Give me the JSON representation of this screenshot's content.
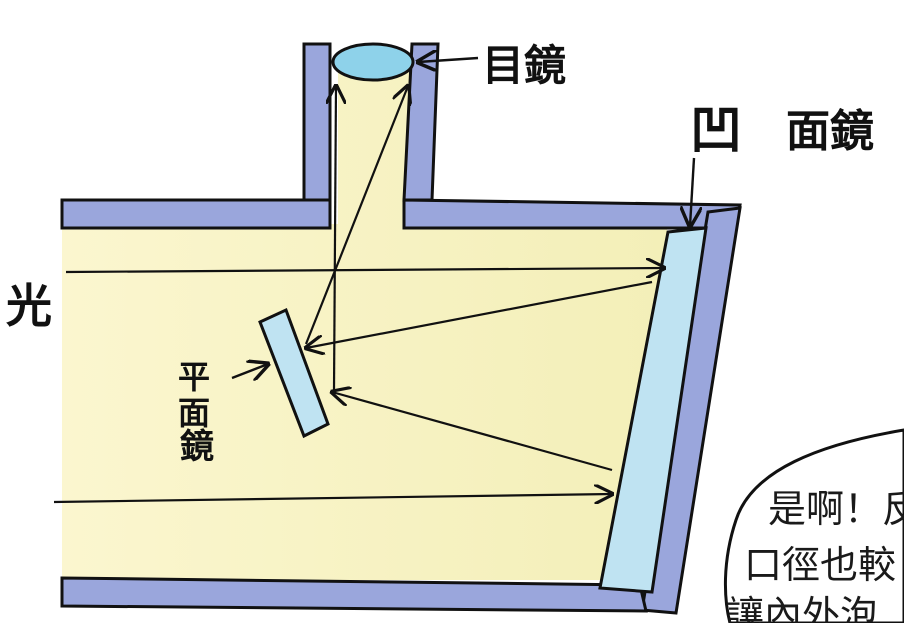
{
  "labels": {
    "eyepiece": "目鏡",
    "concave_mirror": "凹面鏡",
    "concave_symbol": "凹",
    "concave_text": "面鏡",
    "light": "光",
    "plane_mirror": "平面鏡",
    "plane_1": "平",
    "plane_2": "面",
    "plane_3": "鏡"
  },
  "speech_bubble": {
    "lines": [
      "是啊！反",
      "口徑也較",
      "讓內外泡"
    ]
  },
  "colors": {
    "tube_wall": "#9aa6dc",
    "tube_interior": "#f7f3c0",
    "mirror": "#bfe3f2",
    "ink": "#111111"
  }
}
